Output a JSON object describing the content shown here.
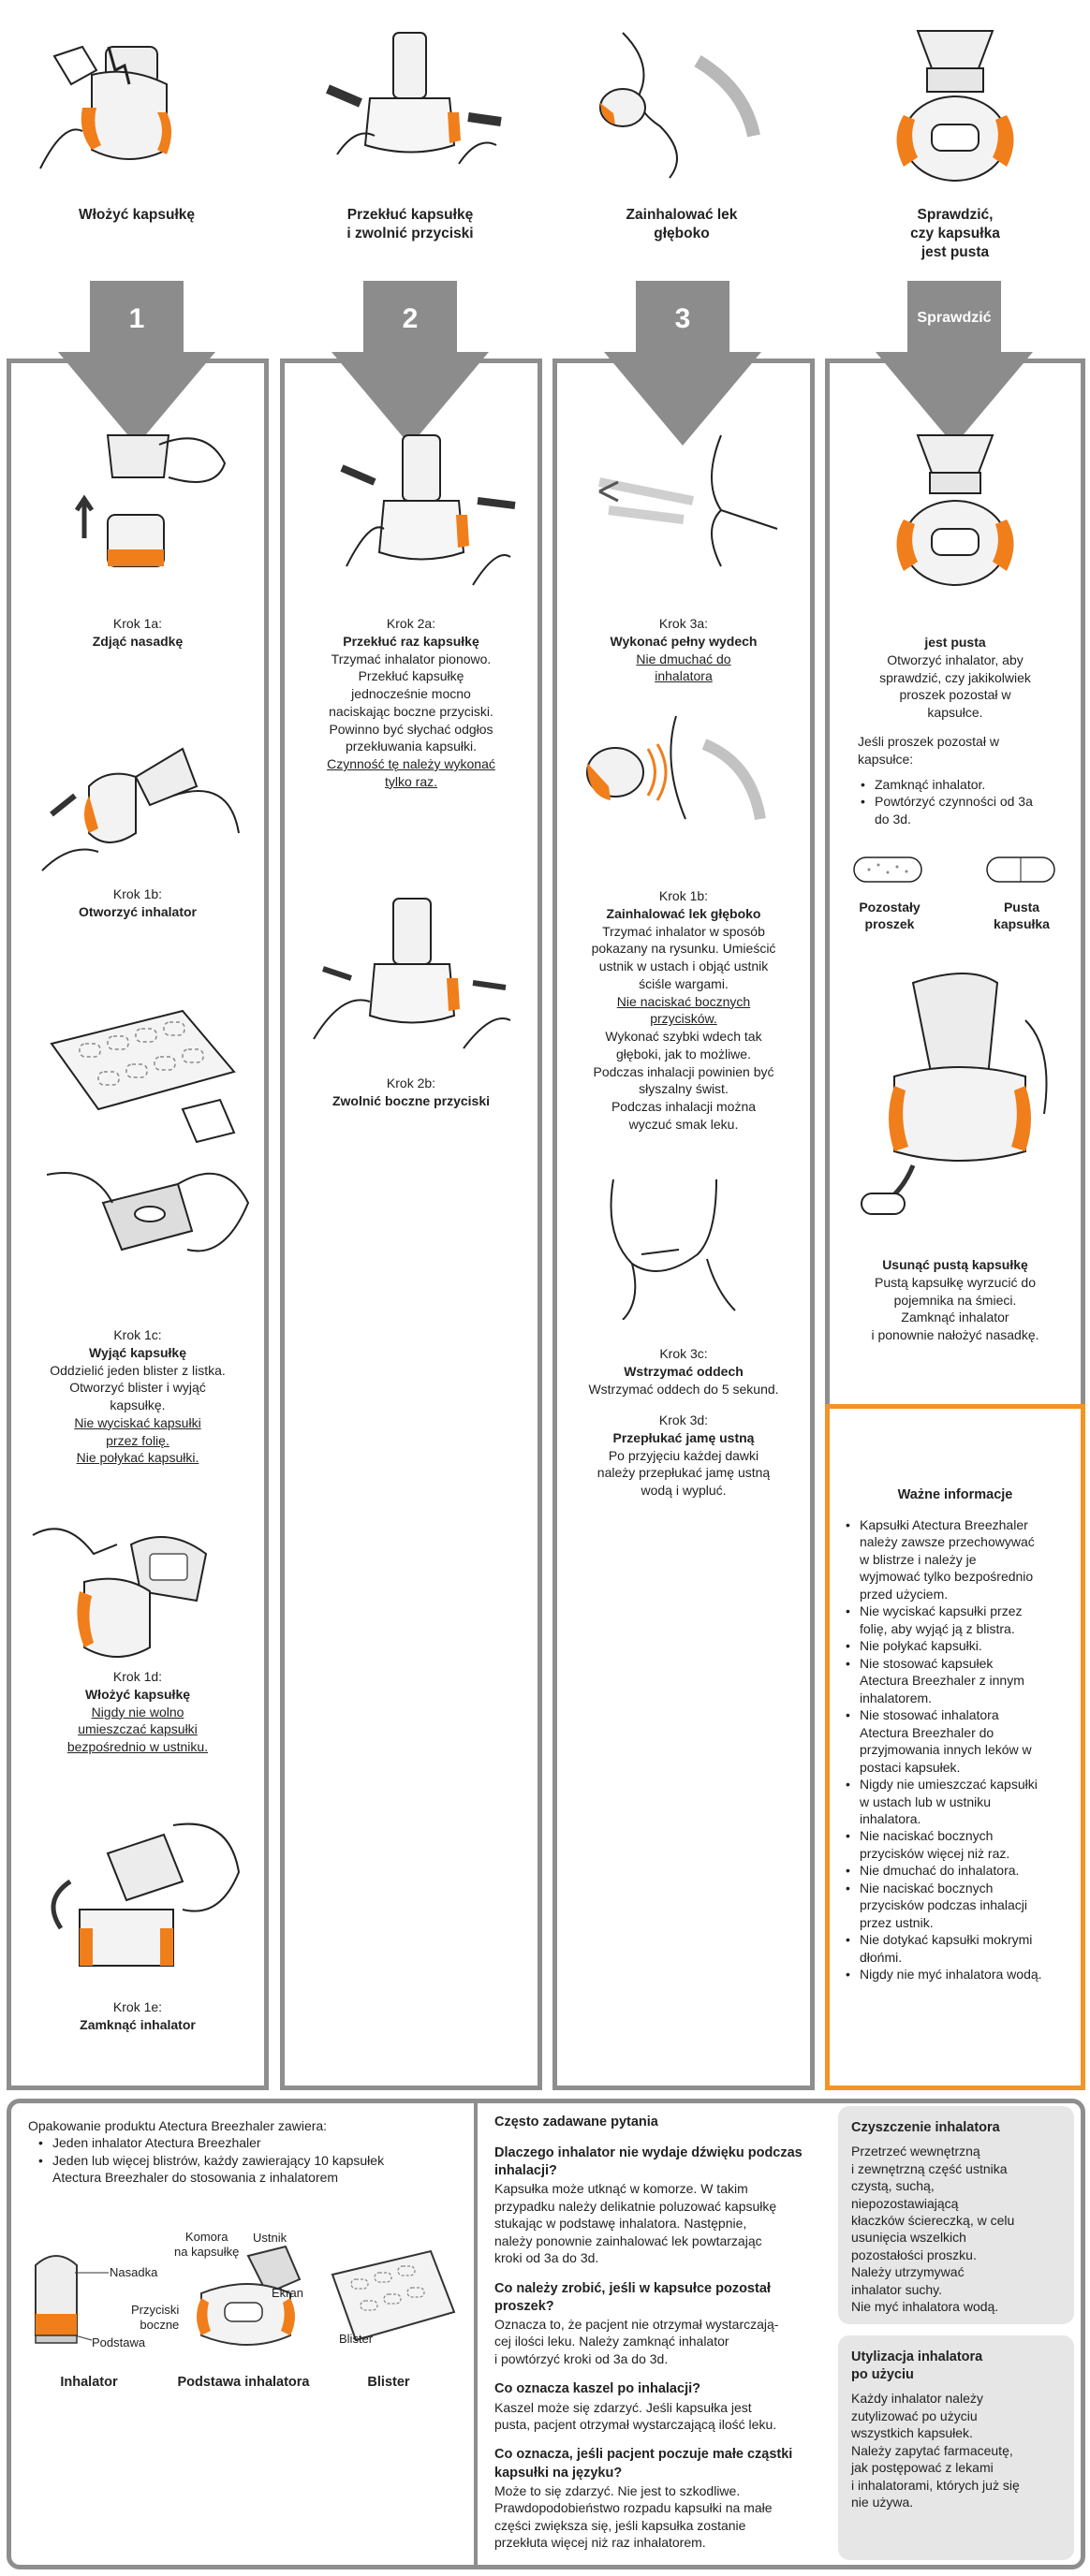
{
  "top_captions": [
    "Włożyć kapsułkę",
    "Przekłuć kapsułkę\ni zwolnić przyciski",
    "Zainhalować lek\ngłęboko",
    "Sprawdzić,\nczy kapsułka\njest pusta"
  ],
  "arrows": [
    "1",
    "2",
    "3",
    "Sprawdzić"
  ],
  "col1": {
    "s1a_label": "Krok 1a:",
    "s1a_title": "Zdjąć nasadkę",
    "s1b_label": "Krok 1b:",
    "s1b_title": "Otworzyć inhalator",
    "s1c_label": "Krok 1c:",
    "s1c_title": "Wyjąć kapsułkę",
    "s1c_body": "Oddzielić jeden blister z listka.\nOtworzyć blister i wyjąć\nkapsułkę.",
    "s1c_warn1": "Nie wyciskać kapsułki\nprzez folię.",
    "s1c_warn2": "Nie połykać kapsułki.",
    "s1d_label": "Krok 1d:",
    "s1d_title": "Włożyć kapsułkę",
    "s1d_warn": "Nigdy nie wolno\numieszczać kapsułki\nbezpośrednio w ustniku.",
    "s1e_label": "Krok 1e:",
    "s1e_title": "Zamknąć inhalator"
  },
  "col2": {
    "s2a_label": "Krok 2a:",
    "s2a_title": "Przekłuć raz kapsułkę",
    "s2a_body": "Trzymać inhalator pionowo.\nPrzekłuć kapsułkę\njednocześnie mocno\nnaciskając boczne przyciski.\nPowinno być słychać odgłos\nprzekłuwania kapsułki.",
    "s2a_warn": "Czynność tę należy wykonać\ntylko raz.",
    "s2b_label": "Krok 2b:",
    "s2b_title": "Zwolnić boczne przyciski"
  },
  "col3": {
    "s3a_label": "Krok 3a:",
    "s3a_title": "Wykonać pełny wydech",
    "s3a_warn": "Nie dmuchać do\ninhalatora",
    "s3b_label": "Krok 1b:",
    "s3b_title": "Zainhalować lek głęboko",
    "s3b_body1": "Trzymać inhalator w sposób\npokazany na rysunku. Umieścić\nustnik w ustach i objąć ustnik\nściśle wargami.",
    "s3b_warn": "Nie naciskać bocznych\nprzycisków.",
    "s3b_body2": "Wykonać szybki wdech tak\ngłęboki, jak to możliwe.\nPodczas inhalacji powinien być\nsłyszalny świst.\nPodczas inhalacji można\nwyczuć smak leku.",
    "s3c_label": "Krok 3c:",
    "s3c_title": "Wstrzymać oddech",
    "s3c_body": "Wstrzymać oddech do 5 sekund.",
    "s3d_label": "Krok 3d:",
    "s3d_title": "Przepłukać jamę ustną",
    "s3d_body": "Po przyjęciu każdej dawki\nnależy przepłukać jamę ustną\nwodą i wypluć."
  },
  "col4": {
    "check_title": "jest pusta",
    "check_body": "Otworzyć inhalator, aby\nsprawdzić, czy jakikolwiek\nproszek pozostał w\nkapsułce.",
    "check_if": "Jeśli proszek pozostał w\nkapsułce:",
    "check_list": [
      "Zamknąć inhalator.",
      "Powtórzyć czynności od 3a\ndo 3d."
    ],
    "caps_left": "Pozostały\nproszek",
    "caps_right": "Pusta\nkapsułka",
    "remove_title": "Usunąć pustą kapsułkę",
    "remove_body": "Pustą kapsułkę wyrzucić do\npojemnika na śmieci.\nZamknąć inhalator\ni ponownie nałożyć nasadkę."
  },
  "important": {
    "title": "Ważne informacje",
    "items": [
      "Kapsułki Atectura Breezhaler\nnależy zawsze przechowywać\nw blistrze i należy je\nwyjmować tylko bezpośrednio\nprzed użyciem.",
      "Nie wyciskać kapsułki przez\nfolię, aby wyjąć ją z blistra.",
      "Nie połykać kapsułki.",
      "Nie stosować kapsułek\nAtectura Breezhaler z innym\ninhalatorem.",
      "Nie stosować inhalatora\nAtectura Breezhaler do\nprzyjmowania innych leków w\npostaci kapsułek.",
      "Nigdy nie umieszczać kapsułki\nw ustach lub w ustniku\ninhalatora.",
      "Nie naciskać bocznych\nprzycisków więcej niż raz.",
      "Nie dmuchać do inhalatora.",
      "Nie naciskać bocznych\nprzycisków podczas inhalacji\nprzez ustnik.",
      "Nie dotykać kapsułki mokrymi\ndłońmi.",
      "Nigdy nie myć inhalatora wodą."
    ]
  },
  "package": {
    "intro": "Opakowanie produktu Atectura Breezhaler zawiera:",
    "items": [
      "Jeden inhalator Atectura Breezhaler",
      "Jeden lub więcej blistrów, każdy zawierający 10 kapsułek\nAtectura Breezhaler do stosowania z inhalatorem"
    ],
    "label_nasadka": "Nasadka",
    "label_podstawa": "Podstawa",
    "label_komora": "Komora\nna kapsułkę",
    "label_ustnik": "Ustnik",
    "label_ekran": "Ekran",
    "label_przyciski": "Przyciski\nboczne",
    "label_blister": "Blister",
    "cap_inhalator": "Inhalator",
    "cap_podstawa": "Podstawa inhalatora",
    "cap_blister": "Blister"
  },
  "faq": {
    "heading": "Często zadawane pytania",
    "q1": "Dlaczego inhalator nie wydaje dźwięku podczas\ninhalacji?",
    "a1": "Kapsułka może utknąć w komorze. W takim\nprzypadku należy delikatnie poluzować kapsułkę\nstukając w podstawę inhalatora. Następnie,\nnależy ponownie zainhalować lek powtarzając\nkroki od 3a do 3d.",
    "q2": "Co należy zrobić, jeśli w kapsułce pozostał\nproszek?",
    "a2": "Oznacza to, że pacjent nie otrzymał wystarczają-\ncej ilości leku. Należy zamknąć inhalator\ni powtórzyć kroki od 3a do 3d.",
    "q3": "Co oznacza kaszel po inhalacji?",
    "a3": "Kaszel może się zdarzyć. Jeśli kapsułka jest\npusta, pacjent otrzymał wystarczającą ilość leku.",
    "q4": "Co oznacza, jeśli pacjent poczuje małe cząstki\nkapsułki na języku?",
    "a4": "Może to się zdarzyć. Nie jest to szkodliwe.\nPrawdopodobieństwo rozpadu kapsułki na małe\nczęści zwiększa się, jeśli kapsułka zostanie\nprzekłuta więcej niż raz inhalatorem."
  },
  "cleaning": {
    "title": "Czyszczenie inhalatora",
    "body": "Przetrzeć wewnętrzną\ni zewnętrzną część ustnika\nczystą, suchą,\nniepozostawiającą\nkłaczków ściereczką, w celu\nusunięcia wszelkich\npozostałości proszku.\nNależy utrzymywać\ninhalator suchy.\nNie myć inhalatora wodą."
  },
  "disposal": {
    "title": "Utylizacja inhalatora\npo użyciu",
    "body": "Każdy inhalator należy\nzutylizować po użyciu\nwszystkich kapsułek.\nNależy zapytać farmaceutę,\njak postępować z lekami\ni inhalatorami, których już się\nnie używa."
  },
  "colors": {
    "accent": "#f07e1a",
    "frame": "#8e8e8e",
    "arrow": "#8c8c8c",
    "sidebox": "#e6e6e6"
  }
}
